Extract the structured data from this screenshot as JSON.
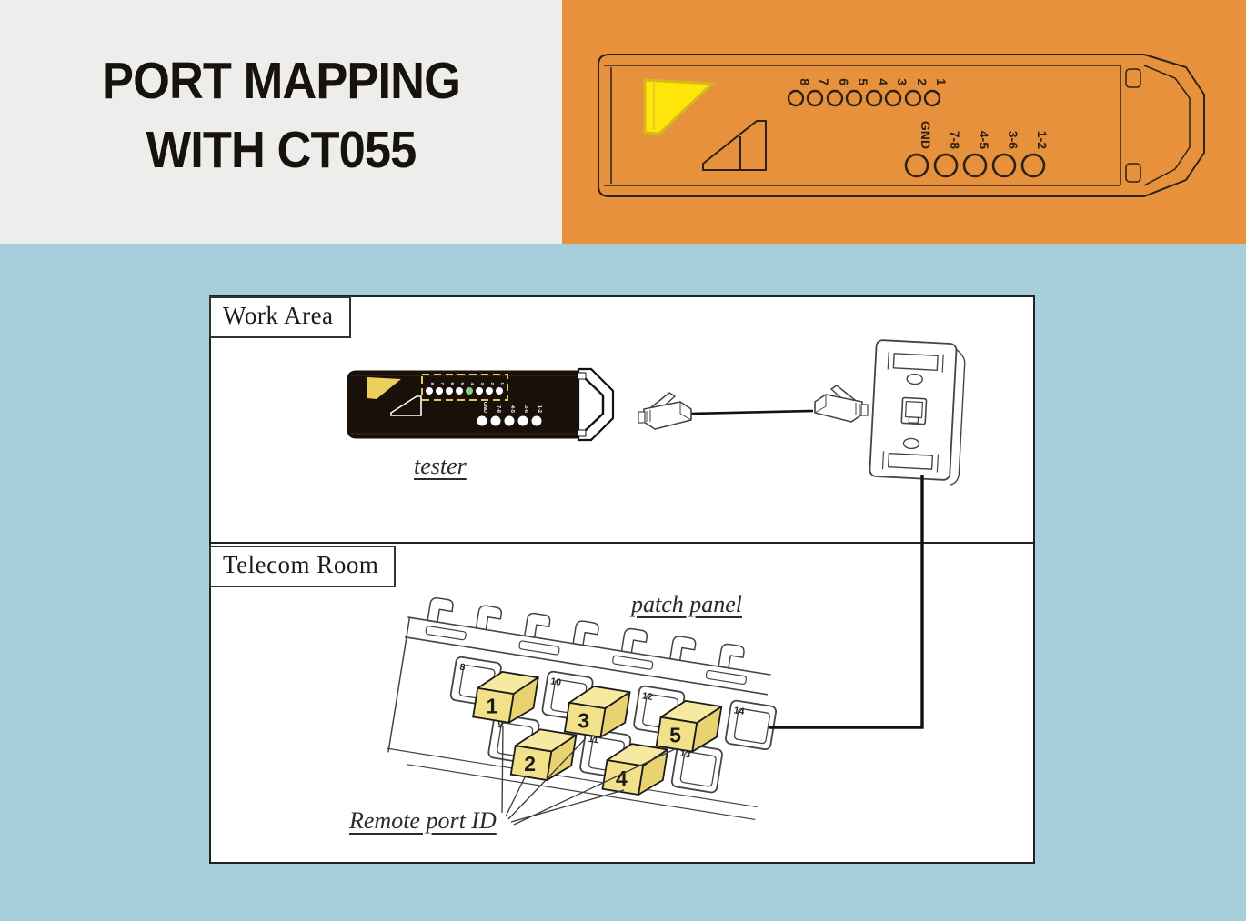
{
  "title": {
    "line1": "PORT MAPPING",
    "line2": "WITH CT055"
  },
  "colors": {
    "page_background": "#A6CEDB",
    "title_background": "#EDEDEB",
    "header_panel_orange": "#E8913C",
    "logo_yellow": "#FFE60A",
    "tester_logo_yellow": "#EFCF5B",
    "remote_id_block_yellow": "#F2E188",
    "led_green": "#8CC98C"
  },
  "device_labels": {
    "wire_leds": [
      "8",
      "7",
      "6",
      "5",
      "4",
      "3",
      "2",
      "1"
    ],
    "pair_leds": [
      "GND",
      "7-8",
      "4-5",
      "3-6",
      "1-2"
    ]
  },
  "work_area": {
    "label": "Work Area",
    "tester_caption": "tester"
  },
  "telecom_room": {
    "label": "Telecom Room",
    "patch_panel_caption": "patch panel",
    "remote_port_id_caption": "Remote port ID",
    "port_numbers": [
      "8",
      "9",
      "10",
      "11",
      "12",
      "13",
      "14"
    ],
    "remote_ids": [
      "1",
      "2",
      "3",
      "4",
      "5"
    ]
  }
}
